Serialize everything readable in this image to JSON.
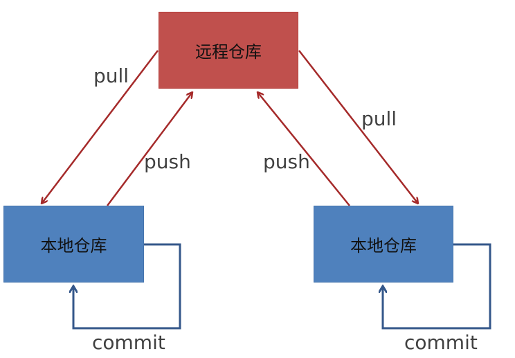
{
  "remote": {
    "label": "远程仓库",
    "color": "#c0504d"
  },
  "local_left": {
    "label": "本地仓库",
    "color": "#4f81bd"
  },
  "local_right": {
    "label": "本地仓库",
    "color": "#4f81bd"
  },
  "arrows": {
    "pull_left": "pull",
    "push_left": "push",
    "push_right": "push",
    "pull_right": "pull",
    "commit_left": "commit",
    "commit_right": "commit"
  },
  "colors": {
    "sync_arrow": "#a52a2a",
    "commit_arrow": "#34578a"
  }
}
